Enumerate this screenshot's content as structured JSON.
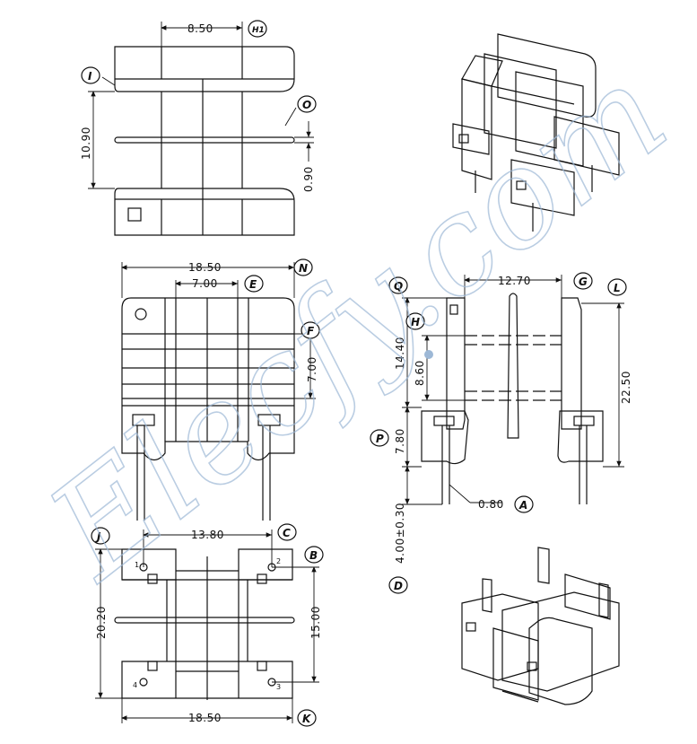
{
  "watermark": "Elecfy.com",
  "views": {
    "top_left": {
      "dim_width": "8.50",
      "dim_height": "10.90",
      "dim_flange": "0.90",
      "tags": [
        "H1",
        "I",
        "O"
      ]
    },
    "middle_left": {
      "dim_width": "18.50",
      "dim_inner": "7.00",
      "dim_height": "7.00",
      "tags": [
        "N",
        "E",
        "F"
      ]
    },
    "bottom_left": {
      "dim_pins": "13.80",
      "dim_height": "20.20",
      "dim_pin_span": "15.00",
      "dim_width": "18.50",
      "tags": [
        "J",
        "C",
        "B",
        "K"
      ],
      "pin_labels": [
        "1",
        "2",
        "3",
        "4"
      ]
    },
    "side_view": {
      "dim_width": "12.70",
      "dim_14": "14.40",
      "dim_86": "8.60",
      "dim_225": "22.50",
      "dim_78": "7.80",
      "dim_pin": "0.80",
      "dim_len": "4.00±0.30",
      "tags": [
        "Q",
        "G",
        "L",
        "H",
        "P",
        "A",
        "D"
      ]
    }
  }
}
